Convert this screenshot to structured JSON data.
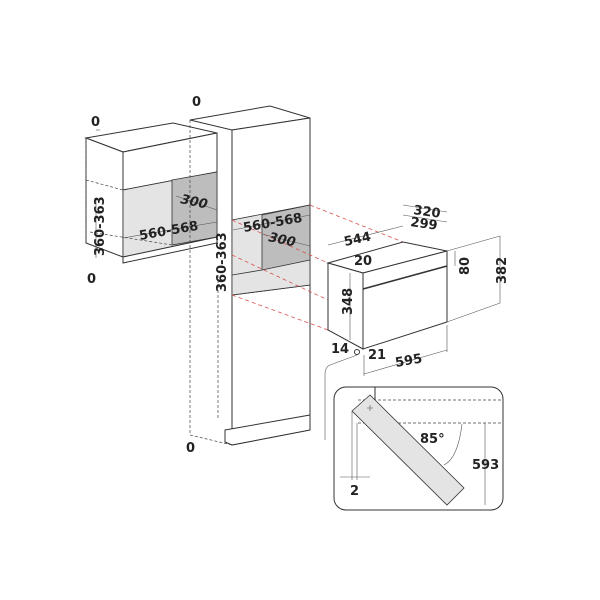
{
  "dimensions": {
    "wall_gap_top": "0",
    "wall_gap_bottom": "0",
    "wall_height": "360-363",
    "wall_depth": "300",
    "wall_width": "560-568",
    "tall_gap_top": "0",
    "tall_gap_bottom": "0",
    "tall_height": "360-363",
    "tall_width": "560-568",
    "tall_depth": "300",
    "oven_depth_total": "320",
    "oven_depth_body": "299",
    "oven_side_depth": "544",
    "oven_top_offset": "20",
    "oven_panel_height": "80",
    "oven_total_height": "382",
    "oven_body_height": "348",
    "oven_bottom_offset": "14",
    "oven_door_offset": "21",
    "oven_width": "595",
    "door_angle": "85°",
    "door_open_depth": "593",
    "door_clearance": "2"
  },
  "colors": {
    "guide_lines": "#d9534f",
    "cavity": "#bdbdbd"
  }
}
